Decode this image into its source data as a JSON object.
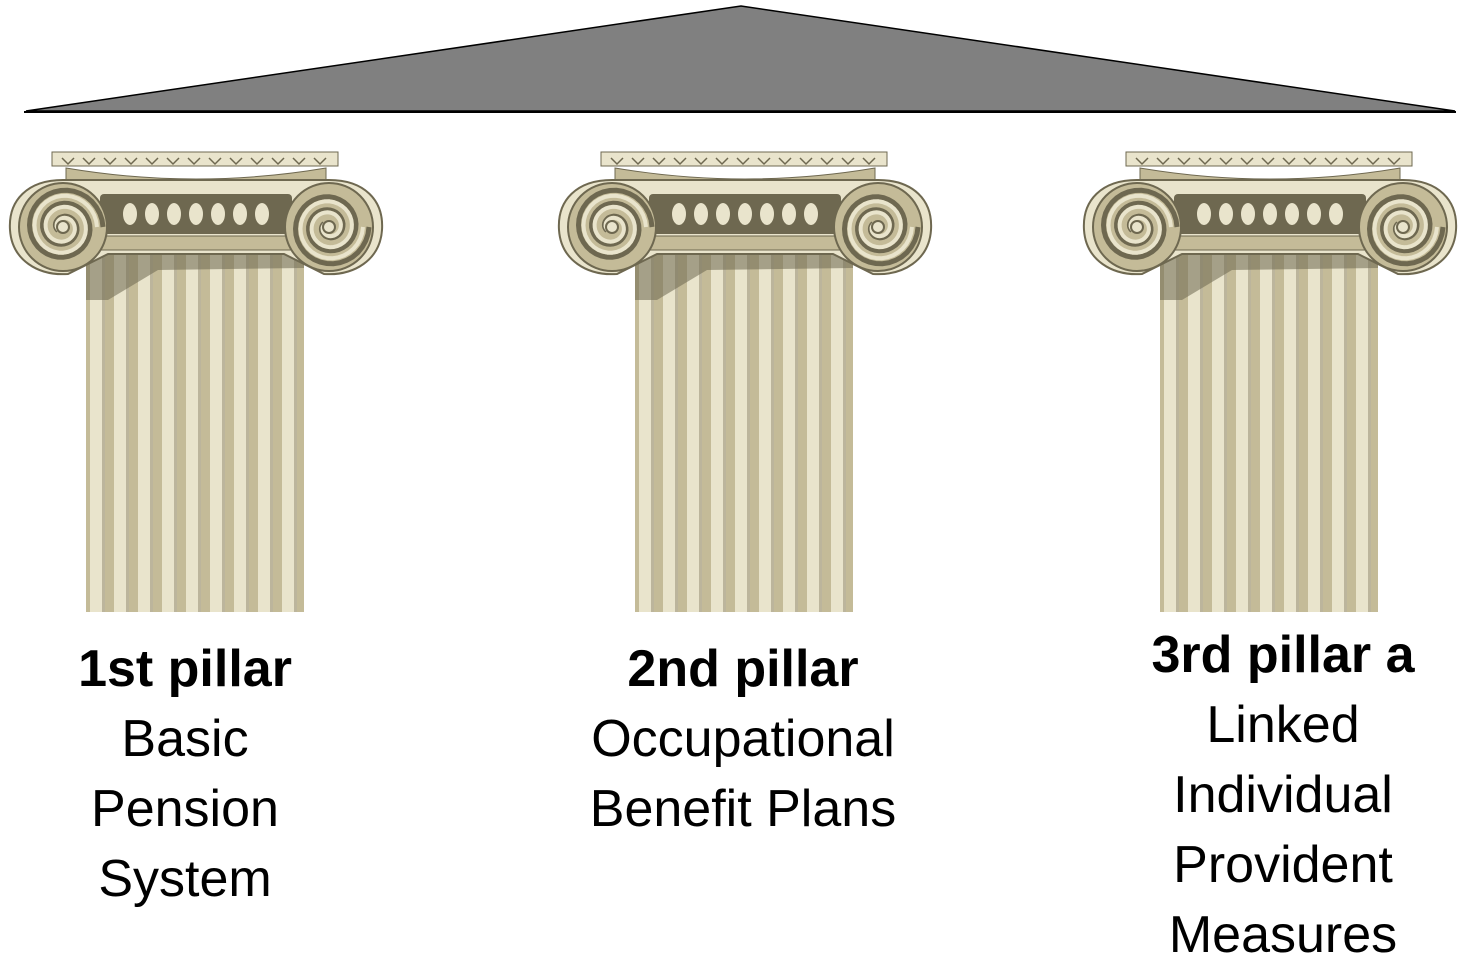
{
  "diagram": {
    "colors": {
      "roof_fill": "#808080",
      "roof_stroke": "#000000",
      "column_light": "#e9e4cc",
      "column_mid": "#c4bb98",
      "column_dark": "#6e6850",
      "column_shadow": "#857d62"
    },
    "pillars": [
      {
        "title": "1st pillar",
        "lines": [
          "Basic",
          "Pension",
          "System"
        ],
        "icon": "ionic-column-icon"
      },
      {
        "title": "2nd pillar",
        "lines": [
          "Occupational",
          "Benefit Plans"
        ],
        "icon": "ionic-column-icon"
      },
      {
        "title": "3rd pillar a",
        "lines": [
          "Linked",
          "Individual",
          "Provident",
          "Measures"
        ],
        "icon": "ionic-column-icon"
      }
    ]
  }
}
